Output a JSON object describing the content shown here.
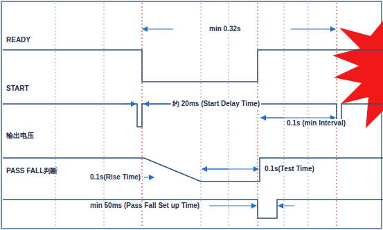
{
  "diagram": {
    "labels": [
      "min 0.32s",
      "READY",
      "START",
      "约 20ms (Start Delay Time)",
      "0.1s (min Interval)",
      "输出电压",
      "0.1s(Test Time)",
      "PASS FALL判断",
      "0.1s(Rise Time)",
      "min 50ms (Pass Fall Set up Time)"
    ]
  }
}
